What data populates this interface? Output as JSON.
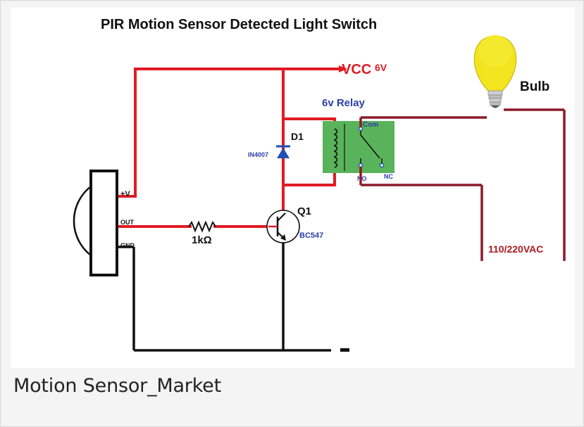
{
  "diagram": {
    "title": "PIR Motion Sensor Detected Light Switch",
    "vcc": "VCC",
    "vcc_value": "6V",
    "relay_label": "6v Relay",
    "relay_com": "Com",
    "relay_no": "NO",
    "relay_nc": "NC",
    "diode_ref": "D1",
    "diode_part": "IN4007",
    "transistor_ref": "Q1",
    "transistor_part": "BC547",
    "resistor_value": "1kΩ",
    "pir_pin_vplus": "+V",
    "pir_pin_out": "OUT",
    "pir_pin_gnd": "GND",
    "bulb_label": "Bulb",
    "ac_label": "110/220VAC",
    "colors": {
      "wire_power": "#e01b24",
      "wire_ground": "#111111",
      "wire_ac": "#8b1a2a",
      "relay_fill": "#59b35a",
      "bulb_glass": "#f2e51f",
      "label_blue": "#2b3ea8"
    },
    "icons": [
      "pir-sensor-icon",
      "diode-icon",
      "npn-transistor-icon",
      "resistor-icon",
      "relay-icon",
      "light-bulb-icon"
    ]
  },
  "caption": "Motion Sensor_Market"
}
